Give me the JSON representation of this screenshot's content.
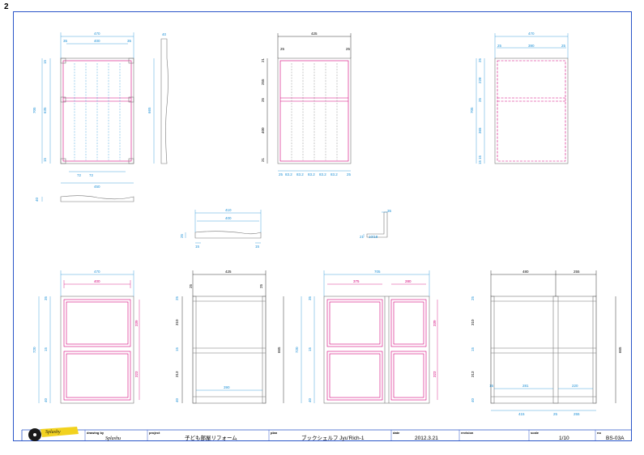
{
  "page_number": "2",
  "colors": {
    "frame": "#2a55c8",
    "dim_blue": "#1a8fd6",
    "part_magenta": "#d4007a",
    "grey": "#777777"
  },
  "views": {
    "a": {
      "w": "470",
      "inner": "400",
      "e1": "35",
      "e2": "35",
      "h": "705",
      "h2": "635",
      "t1": "15",
      "t2": "15",
      "slat1": "72",
      "slat2": "72",
      "base_w": "450",
      "side_t": "40",
      "side_h": "665",
      "base_t": "40"
    },
    "b": {
      "w": "425",
      "m1": "25",
      "m2": "25",
      "h1": "255",
      "h2": "400",
      "g1": "21",
      "g2": "25",
      "g3": "21",
      "b1": "25",
      "b2": "83.2",
      "b3": "83.2",
      "b4": "83.2",
      "b5": "83.2",
      "b6": "83.2",
      "b7": "25"
    },
    "c": {
      "w": "470",
      "e1": "25",
      "inner": "390",
      "e2": "25",
      "t1": "25",
      "h1": "228",
      "m": "25",
      "h": "705",
      "h2": "365",
      "b1": "15",
      "b2": "15"
    },
    "d": {
      "w": "410",
      "inner": "400",
      "t": "25",
      "e1": "15",
      "e2": "15"
    },
    "e": {
      "a": "35",
      "b": "21",
      "c": "10/18"
    },
    "f": {
      "w": "470",
      "inner": "400",
      "top": "35",
      "h": "720",
      "s1": "339",
      "mid": "15",
      "s2": "323",
      "bot": "40"
    },
    "g": {
      "w": "425",
      "a": "25",
      "b": "25",
      "top": "25",
      "s1": "310",
      "mid": "15",
      "s2": "313",
      "bot": "40",
      "h": "665",
      "base": "390"
    },
    "h": {
      "w": "705",
      "l": "375",
      "r": "280",
      "top": "35",
      "h": "720",
      "s1": "339",
      "mid": "15",
      "s2": "323",
      "bot": "40"
    },
    "i": {
      "w1": "480",
      "w2": "255",
      "top": "25",
      "s1": "310",
      "mid": "15",
      "s2": "313",
      "bot": "40",
      "h": "665",
      "l": "15",
      "m1": "281",
      "m2": "220",
      "b1": "415",
      "b2": "25",
      "b3": "255"
    }
  },
  "title_block": {
    "logo_text": "Splashy",
    "drawing_by_label": "drawing by",
    "drawing_by_value": "Splashu",
    "project_label": "project",
    "project_value": "子ども部屋リフォーム",
    "plan_label": "plan",
    "plan_value": "ブックシェルフ  Jyu'Rich-1",
    "date_label": "date",
    "date_value": "2012.3.21",
    "revision_label": "revision",
    "revision_value": "",
    "scale_label": "scale",
    "scale_value": "1/10",
    "no_label": "no",
    "no_value": "BS-03A"
  }
}
